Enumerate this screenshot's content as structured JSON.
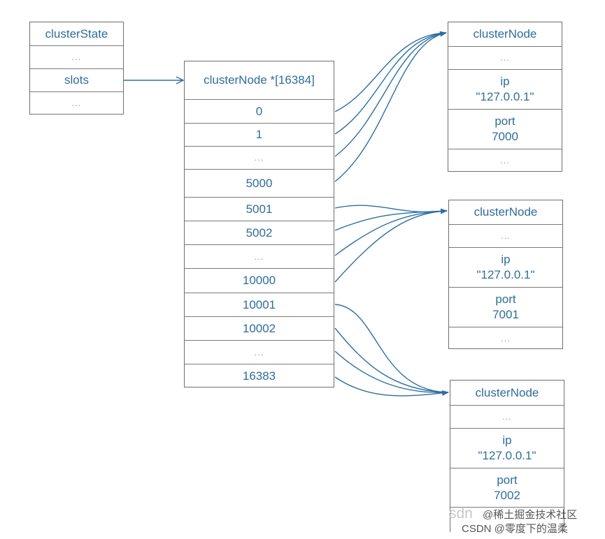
{
  "cluster_state": {
    "title": "clusterState",
    "rows": [
      "...",
      "slots",
      "..."
    ]
  },
  "slots_array": {
    "title": "clusterNode *[16384]",
    "rows": [
      "0",
      "1",
      "...",
      "5000",
      "5001",
      "5002",
      "...",
      "10000",
      "10001",
      "10002",
      "...",
      "16383"
    ]
  },
  "nodes": [
    {
      "title": "clusterNode",
      "dots1": "...",
      "ip_label": "ip",
      "ip_value": "\"127.0.0.1\"",
      "port_label": "port",
      "port_value": "7000",
      "dots2": "..."
    },
    {
      "title": "clusterNode",
      "dots1": "...",
      "ip_label": "ip",
      "ip_value": "\"127.0.0.1\"",
      "port_label": "port",
      "port_value": "7001",
      "dots2": "..."
    },
    {
      "title": "clusterNode",
      "dots1": "...",
      "ip_label": "ip",
      "ip_value": "\"127.0.0.1\"",
      "port_label": "port",
      "port_value": "7002",
      "dots2": ""
    }
  ],
  "colors": {
    "arrow": "#2c6ea3",
    "border": "#6f6f6f",
    "text": "#2f6d9a"
  },
  "watermark": {
    "line1": "@稀土掘金技术社区",
    "line2": "CSDN @零度下的温柔",
    "faint": "sdn"
  }
}
